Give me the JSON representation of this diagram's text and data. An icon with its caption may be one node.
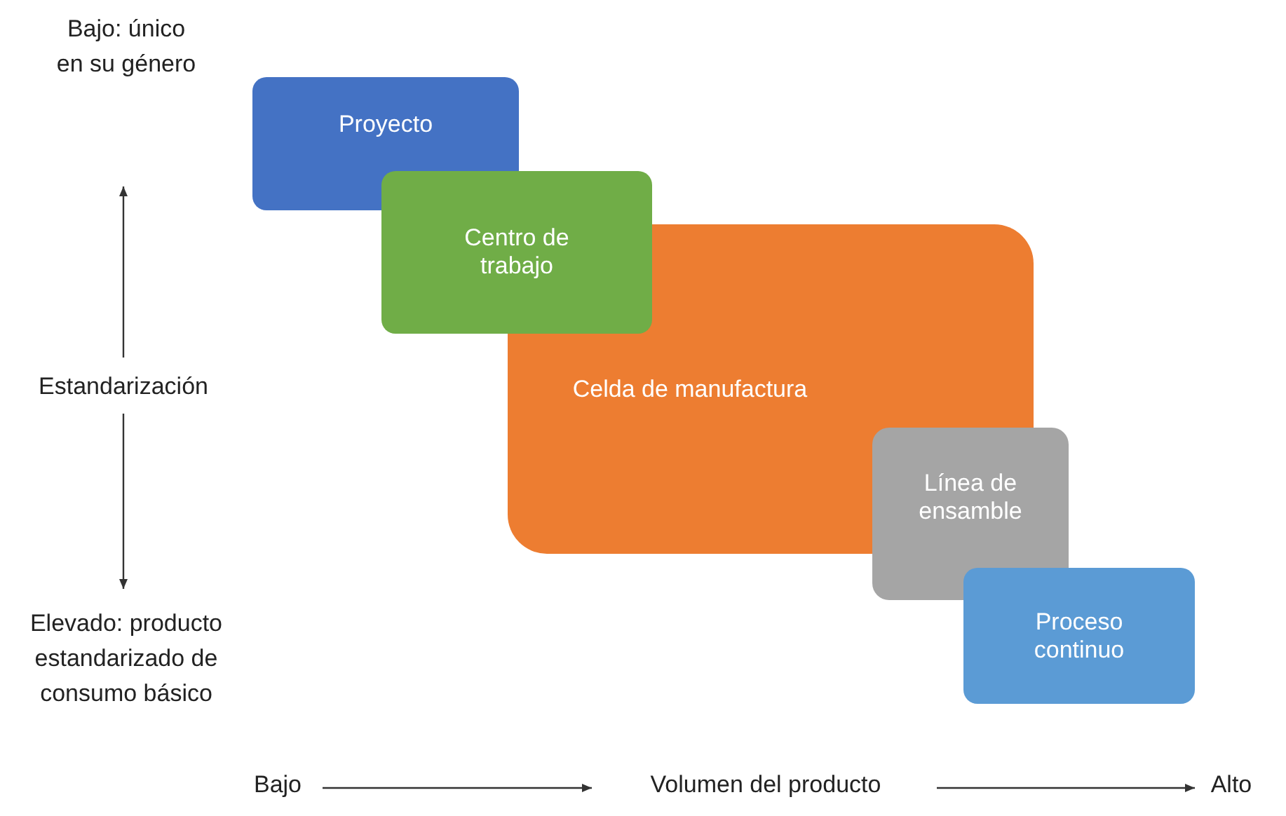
{
  "diagram": {
    "nodes": [
      {
        "text": [
          "Proyecto"
        ]
      },
      {
        "text": [
          "Centro de trabajo"
        ]
      },
      {
        "text": [
          "Celda de manufactura"
        ]
      },
      {
        "text": [
          "Línea de ensamble"
        ]
      },
      {
        "text": [
          "Proceso continuo"
        ]
      }
    ],
    "labels": [
      "Bajo: único en su género",
      "Estandarización",
      "Elevado: producto estandarizado de consumo básico",
      "Bajo",
      "Volumen del producto",
      "Alto"
    ]
  }
}
